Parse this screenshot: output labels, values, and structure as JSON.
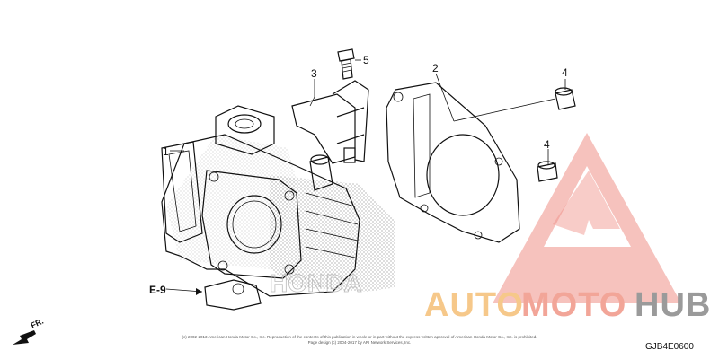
{
  "diagram": {
    "callouts": [
      {
        "id": "part-1",
        "text": "1"
      },
      {
        "id": "part-2",
        "text": "2"
      },
      {
        "id": "part-3",
        "text": "3"
      },
      {
        "id": "part-4-top",
        "text": "4"
      },
      {
        "id": "part-4-mid",
        "text": "4"
      },
      {
        "id": "part-5",
        "text": "5"
      }
    ],
    "reference": "E-9",
    "front_marker": "FR.",
    "diagram_code": "GJB4E0600",
    "copyright_line1": "(c) 2002-2013 American Honda Motor Co., Inc. Reproduction of the contents of this publication in whole or in part without the express written approval of American Honda Motor Co., Inc. is prohibited.",
    "copyright_line2": "Page design (c) 2004-2017 by ARI Network Services, Inc."
  },
  "watermark": {
    "word_auto": "AUTO",
    "word_moto": "MOTO",
    "word_hub": "HUB",
    "colors": {
      "auto": "#f6c88a",
      "moto": "#f2a598",
      "hub": "#9a9a9a",
      "triangle": "#ef8f86"
    }
  }
}
